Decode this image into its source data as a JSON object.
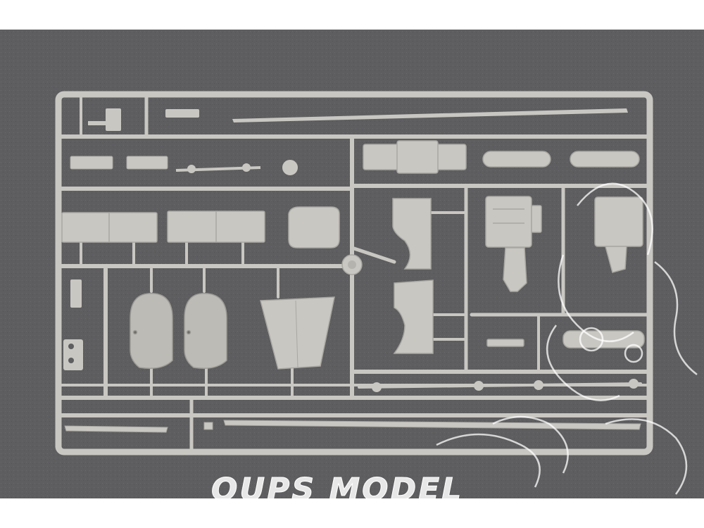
{
  "photo": {
    "subject": "plastic-model-sprue",
    "colors": {
      "background": "#5e5e60",
      "plastic": "#c9c7c2",
      "plastic_shadow": "#a9a7a2",
      "watermark": "#ffffff"
    }
  },
  "watermark": {
    "text": "OUPS MODEL",
    "icon": "cartoon-character-logo"
  }
}
